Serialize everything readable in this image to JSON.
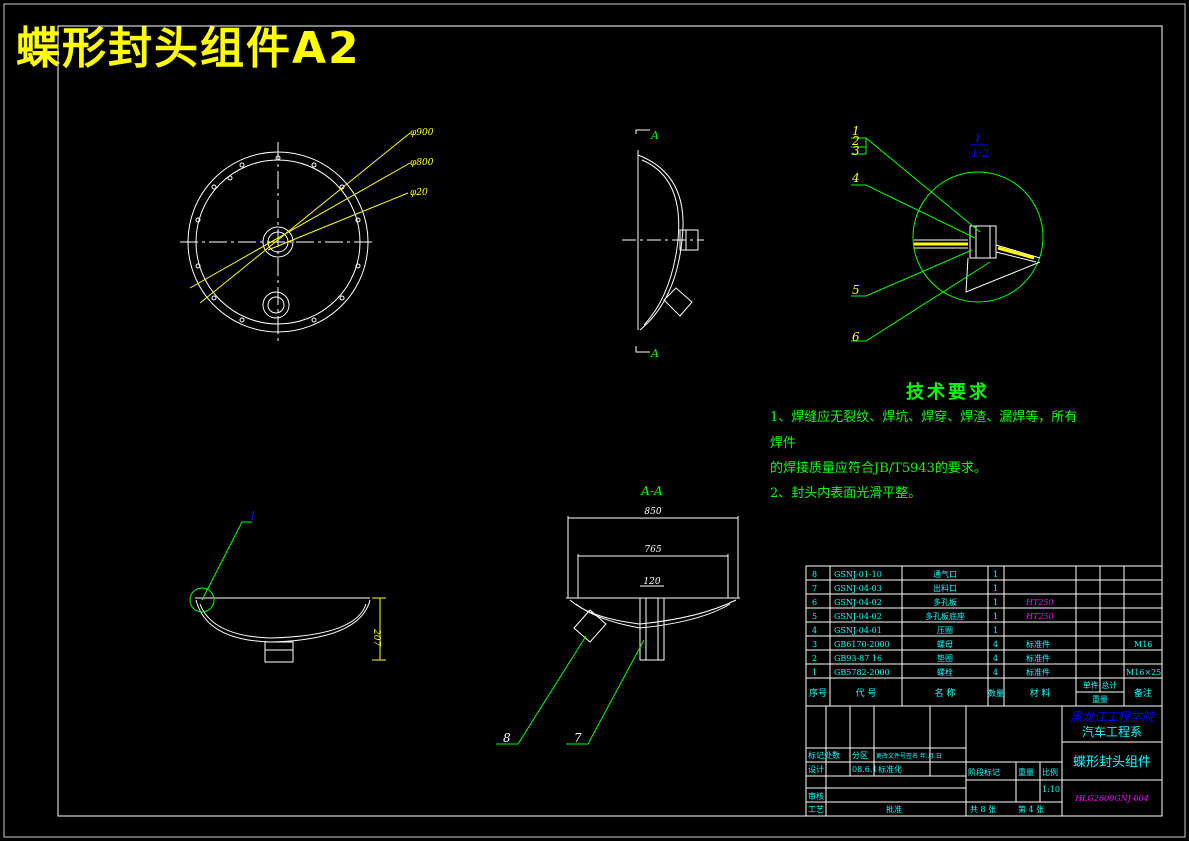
{
  "title": "蝶形封头组件A2",
  "views": {
    "front_dims": [
      "φ900",
      "φ800",
      "φ20"
    ],
    "section_mark": "A",
    "detail": {
      "label_top": "1",
      "label_scale": "1:2"
    },
    "detail_callouts": [
      "1",
      "2",
      "3",
      "4",
      "5",
      "6"
    ],
    "section_title": "A-A",
    "section_dims": [
      "850",
      "765",
      "120",
      "207"
    ],
    "section_callouts": [
      "8",
      "7"
    ],
    "bottom_left_callout": "1"
  },
  "tech_req": {
    "title": "技术要求",
    "line1": "1、焊缝应无裂纹、焊坑、焊穿、焊渣、漏焊等，所有",
    "line2": "焊件",
    "line3": "的焊接质量应符合JB/T5943的要求。",
    "line4": "2、封头内表面光滑平整。"
  },
  "bom": {
    "rows": [
      {
        "no": "8",
        "code": "GSNJ-01-10",
        "name": "通气口",
        "qty": "1",
        "mat": "",
        "note": ""
      },
      {
        "no": "7",
        "code": "GSNJ-04-03",
        "name": "出料口",
        "qty": "1",
        "mat": "",
        "note": ""
      },
      {
        "no": "6",
        "code": "GSNJ-04-02",
        "name": "多孔板",
        "qty": "1",
        "mat": "HT250",
        "note": ""
      },
      {
        "no": "5",
        "code": "GSNJ-04-02",
        "name": "多孔板底座",
        "qty": "1",
        "mat": "HT250",
        "note": ""
      },
      {
        "no": "4",
        "code": "GSNJ-04-01",
        "name": "压圈",
        "qty": "1",
        "mat": "",
        "note": ""
      },
      {
        "no": "3",
        "code": "GB6170-2000",
        "name": "螺母",
        "qty": "4",
        "mat": "标准件",
        "note": "M16"
      },
      {
        "no": "2",
        "code": "GB93-87 16",
        "name": "垫圈",
        "qty": "4",
        "mat": "标准件",
        "note": ""
      },
      {
        "no": "1",
        "code": "GB5782-2000",
        "name": "螺栓",
        "qty": "4",
        "mat": "标准件",
        "note": "M16×25"
      }
    ],
    "header": {
      "no": "序号",
      "code": "代  号",
      "name": "名  称",
      "qty": "数量",
      "mat": "材    料",
      "unit_total": "单件 总计",
      "weight": "重量",
      "note": "备注"
    }
  },
  "title_block": {
    "school": "黑龙江工程学院",
    "dept": "汽车工程系",
    "drawing_name": "蝶形封头组件",
    "drawing_no": "HLG2600GNJ-004",
    "scale": "1:10",
    "row_mark": "标记处数",
    "row_zone": "分区",
    "row_change": "更改文件号签名 年.月.日",
    "design": "设计",
    "design_date": "08.6.1",
    "std": "标准化",
    "stage": "阶段标记",
    "weight": "重量",
    "ratio": "比例",
    "review": "审核",
    "process": "工艺",
    "approve": "批准",
    "total_sheets": "共 8 张",
    "sheet_no": "第 4 张"
  }
}
